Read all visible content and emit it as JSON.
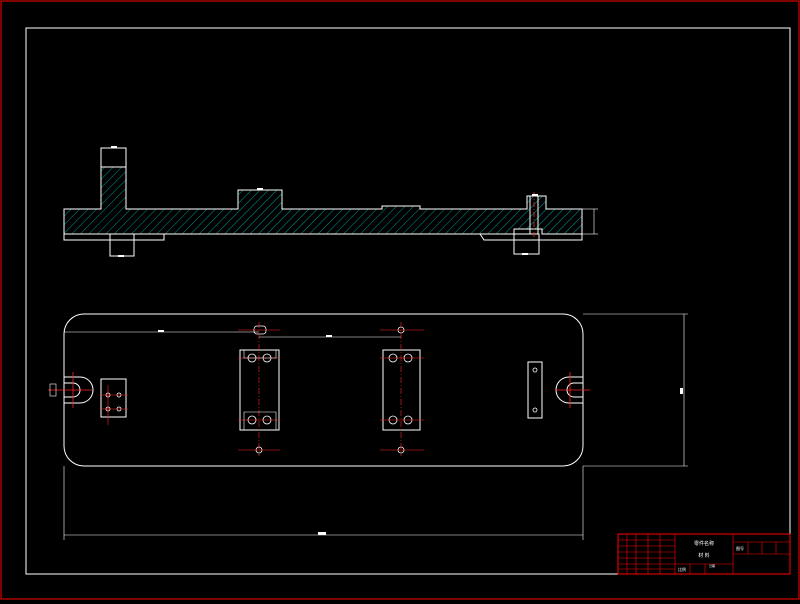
{
  "drawing": {
    "colors": {
      "background": "#000000",
      "border_outer": "#ff0000",
      "border_inner": "#ffffff",
      "outline": "#ffffff",
      "hatch": "#00c0c0",
      "centerline": "#ff2020",
      "dimension": "#ffffff",
      "title_block": "#ff0000",
      "title_text": "#ffffff"
    },
    "title_block": {
      "name_line_1": "零件名称",
      "name_line_2": "材 料",
      "code_label": "图号",
      "scale_label": "比例",
      "date_label": "日期"
    }
  }
}
